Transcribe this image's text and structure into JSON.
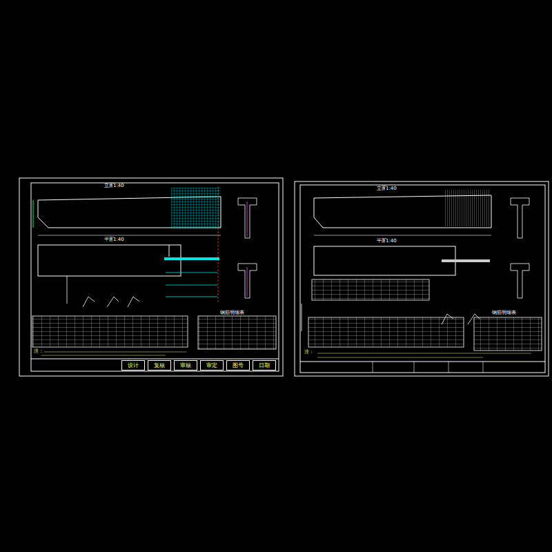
{
  "diagram": {
    "nodes": [
      {
        "text": [
          "设计"
        ]
      },
      {
        "text": [
          "复核"
        ]
      },
      {
        "text": [
          "审核"
        ]
      },
      {
        "text": [
          "审定"
        ]
      },
      {
        "text": [
          "图号"
        ]
      },
      {
        "text": [
          "日期"
        ]
      }
    ],
    "labels": [
      "立面",
      "1:40",
      "平面",
      "1:40",
      "钢筋明细表",
      "注：",
      "立面",
      "1:40",
      "平面",
      "1:40",
      "钢筋明细表",
      "注："
    ]
  }
}
